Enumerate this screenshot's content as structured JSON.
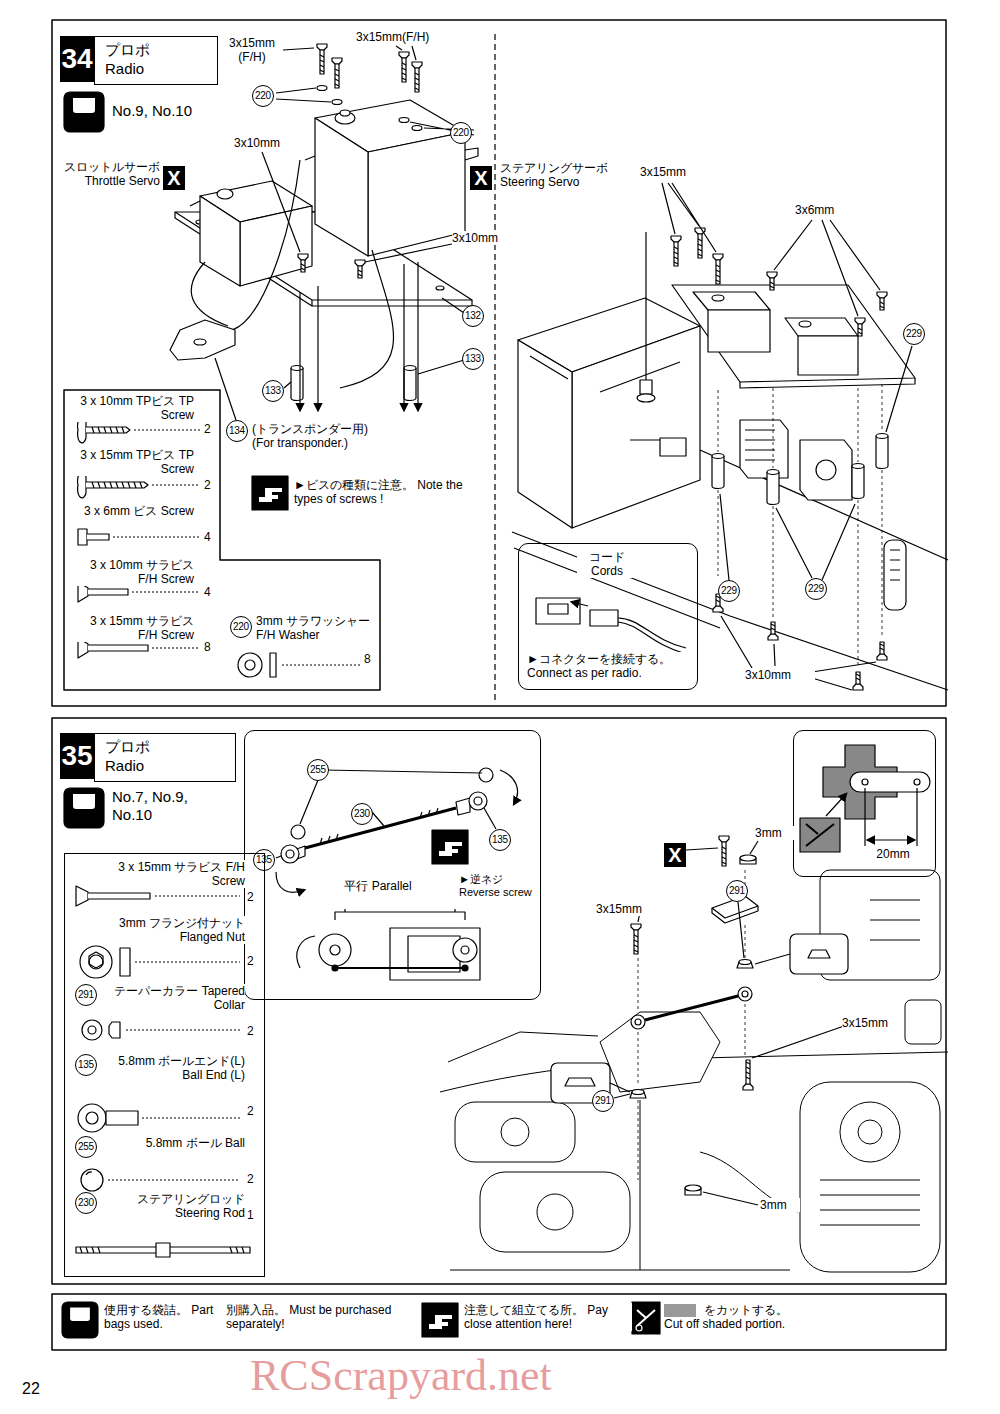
{
  "diagram": {
    "nodes": [
      {
        "text": [
          "34"
        ]
      },
      {
        "text": [
          "プロポ Radio"
        ]
      },
      {
        "text": [
          "3 x 10mm TPビス TP Screw",
          "2",
          "3 x 15mm TPビス TP Screw",
          "2",
          "3 x 6mm ビス Screw",
          "4",
          "3 x 10mm サラビス F/H Screw",
          "4",
          "3 x 15mm サラビス F/H Screw",
          "8",
          "220",
          "3mm サラワッシャー F/H Washer",
          "8"
        ]
      },
      {
        "text": [
          "コード Cords",
          "►コネクターを接続する。 Connect as per radio."
        ]
      },
      {
        "text": [
          "35"
        ]
      },
      {
        "text": [
          "プロポ Radio"
        ]
      },
      {
        "text": [
          "255",
          "230",
          "135",
          "135",
          "平行 Parallel",
          "►逆ネジ Reverse screw"
        ]
      },
      {
        "text": [
          "20mm"
        ]
      },
      {
        "text": [
          "3 x 15mm サラビス F/H Screw",
          "2",
          "3mm フランジ付ナット Flanged Nut",
          "2",
          "291",
          "テーパーカラー Tapered Collar",
          "2",
          "135",
          "5.8mm ボールエンド(L) Ball End (L)",
          "2",
          "255",
          "5.8mm ボール Ball",
          "2",
          "230",
          "ステアリングロッド Steering Rod",
          "1"
        ]
      }
    ],
    "labels": [
      "No.9, No.10",
      "3x15mm (F/H)",
      "3x15mm(F/H)",
      "220",
      "220",
      "3x10mm",
      "スロットルサーボ Throttle Servo",
      "X",
      "X",
      "ステアリングサーボ Steering Servo",
      "3x10mm",
      "132",
      "133",
      "133",
      "134",
      "(トランスポンダー用) (For transponder.)",
      "►ビスの種類に注意。 Note the types of screws !",
      "3x15mm",
      "3x6mm",
      "229",
      "229",
      "229",
      "3x10mm",
      "No.7, No.9, No.10",
      "X",
      "3mm",
      "3x15mm",
      "291",
      "3x15mm",
      "291",
      "3mm",
      "22",
      "RCScrapyard.net"
    ],
    "legend": [
      {
        "text": "使用する袋詰。 Part bags used."
      },
      {
        "text": "別購入品。 Must be purchased separately!"
      },
      {
        "text": "注意して組立てる所。 Pay close attention here!"
      },
      {
        "text": "をカットする。 Cut off shaded portion.",
        "color": "#9a9a9a"
      }
    ]
  }
}
